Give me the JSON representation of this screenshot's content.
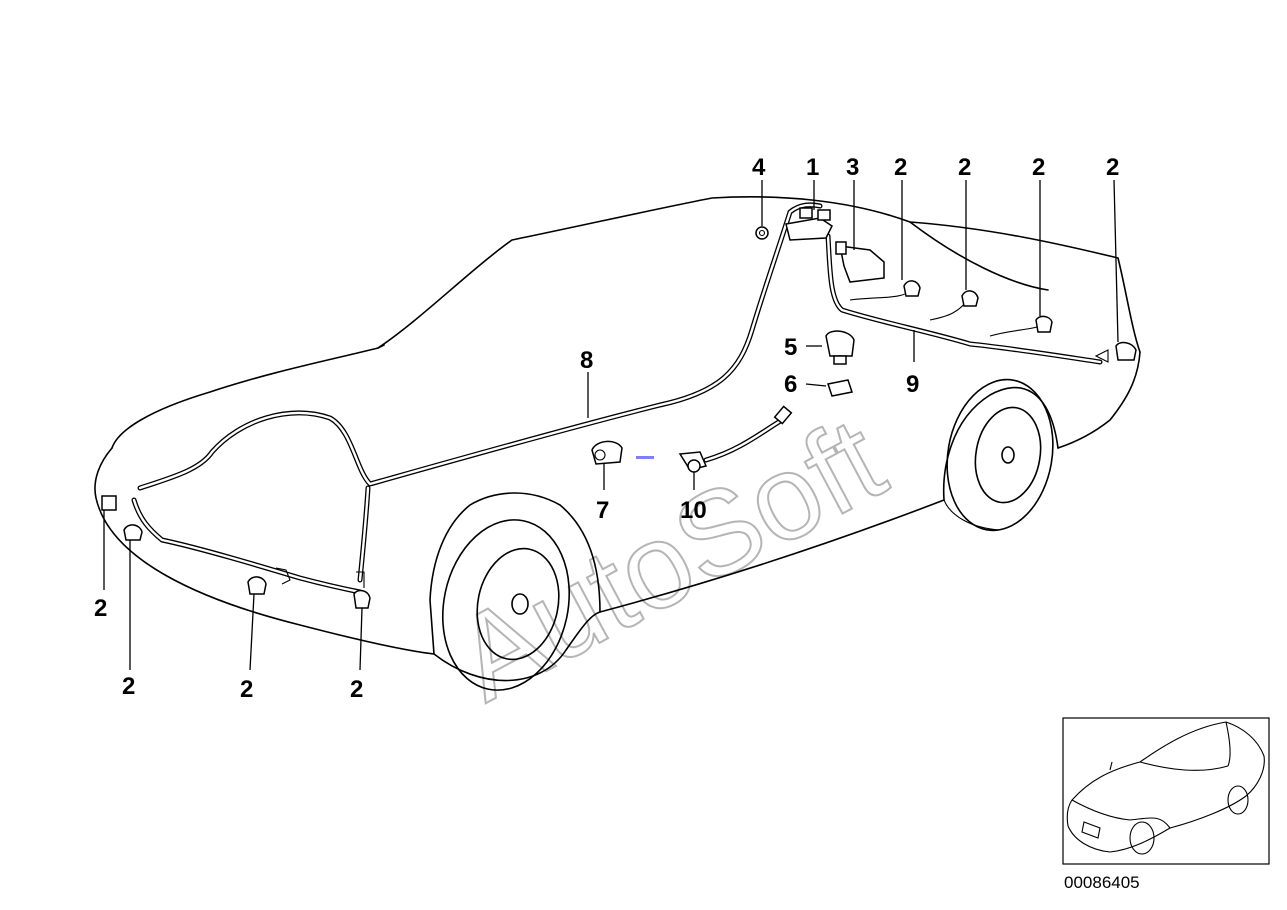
{
  "watermark": "AutoSoft",
  "reference_number": "00086405",
  "callouts": {
    "c4": "4",
    "c1": "1",
    "c3": "3",
    "c2_top_a": "2",
    "c2_top_b": "2",
    "c2_top_c": "2",
    "c2_top_d": "2",
    "c5": "5",
    "c6": "6",
    "c9": "9",
    "c8": "8",
    "c7": "7",
    "c10": "10",
    "c2_bot_a": "2",
    "c2_bot_b": "2",
    "c2_bot_c": "2",
    "c2_bot_d": "2"
  },
  "colors": {
    "line": "#000000",
    "watermark": "#b5b5b5",
    "marker": "#8080ff"
  }
}
